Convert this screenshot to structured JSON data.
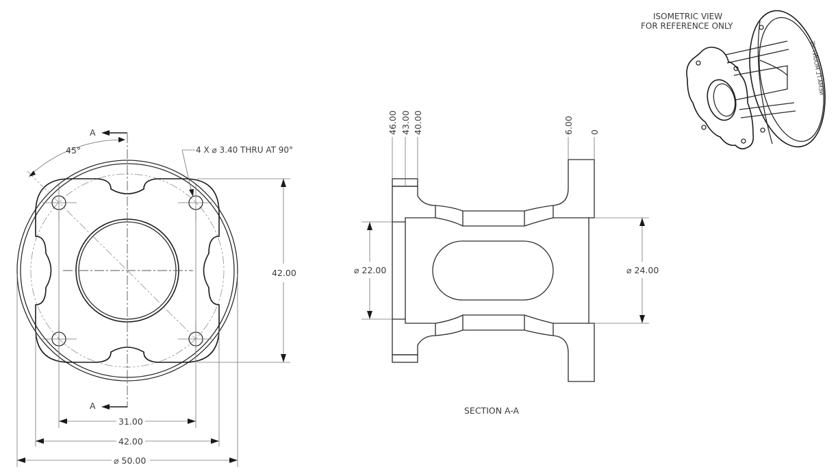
{
  "front_view": {
    "section_marker": "A",
    "angle_label": "45°",
    "hole_callout": "4 X  ⌀ 3.40 THRU AT 90°",
    "dim_vertical": "42.00",
    "dim_bolt_spacing": "31.00",
    "dim_flange_width": "42.00",
    "dim_outer_diameter": "⌀ 50.00"
  },
  "section_view": {
    "title": "SECTION A-A",
    "ordinates": [
      "46.00",
      "43.00",
      "40.00",
      "6.00",
      "0"
    ],
    "dim_left_bore": "⌀ 22.00",
    "dim_right_bore": "⌀ 24.00"
  },
  "iso_view": {
    "note_line1": "ISOMETRIC VIEW",
    "note_line2": "FOR REFERENCE ONLY",
    "engraving": "NEMA 17 MOUNT V2",
    "engraving_shown": "ƧV TИUOM ⅃⅂ AMƎИ"
  }
}
